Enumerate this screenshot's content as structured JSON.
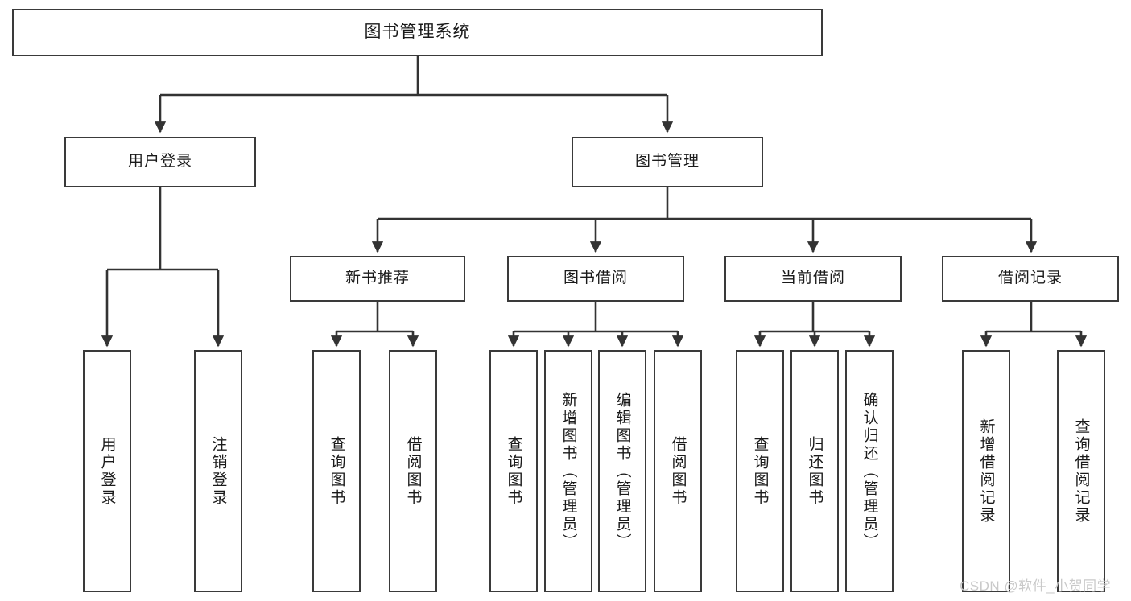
{
  "diagram": {
    "title": "图书管理系统",
    "type": "tree-hierarchy-chart",
    "root": {
      "label": "图书管理系统"
    },
    "level2": [
      {
        "label": "用户登录"
      },
      {
        "label": "图书管理"
      }
    ],
    "level3": [
      {
        "label": "新书推荐"
      },
      {
        "label": "图书借阅"
      },
      {
        "label": "当前借阅"
      },
      {
        "label": "借阅记录"
      }
    ],
    "leaves": {
      "user_login": [
        {
          "label": "用户登录"
        },
        {
          "label": "注销登录"
        }
      ],
      "new_book_recommend": [
        {
          "label": "查询图书"
        },
        {
          "label": "借阅图书"
        }
      ],
      "book_borrow": [
        {
          "label": "查询图书"
        },
        {
          "label": "新增图书（管理员）"
        },
        {
          "label": "编辑图书（管理员）"
        },
        {
          "label": "借阅图书"
        }
      ],
      "current_borrow": [
        {
          "label": "查询图书"
        },
        {
          "label": "归还图书"
        },
        {
          "label": "确认归还（管理员）"
        }
      ],
      "borrow_record": [
        {
          "label": "新增借阅记录"
        },
        {
          "label": "查询借阅记录"
        }
      ]
    }
  },
  "watermark": {
    "text": "CSDN @软件_小贺同学"
  },
  "colors": {
    "box_border": "#3a3a3a",
    "box_fill": "#ffffff",
    "connector": "#333333",
    "text": "#1a1a1a",
    "watermark": "#c9c9c9",
    "background": "#ffffff"
  }
}
